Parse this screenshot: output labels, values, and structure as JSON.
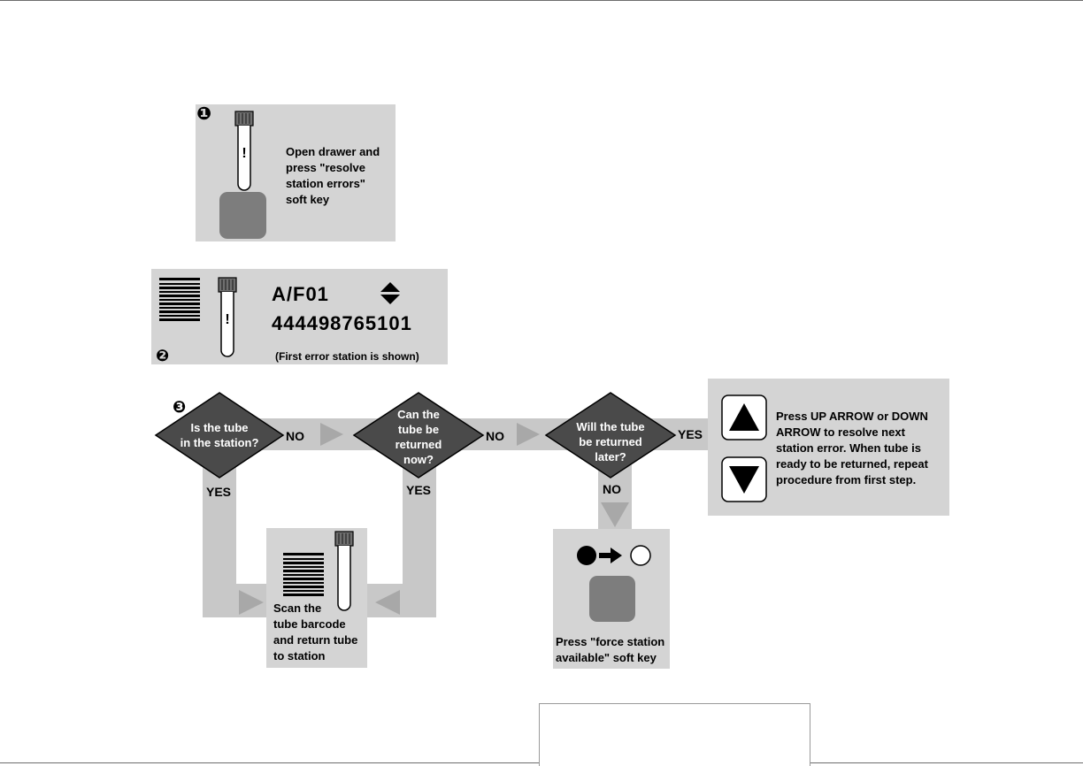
{
  "step1": {
    "number": "❶",
    "instruction": "Open drawer and\npress \"resolve\nstation errors\"\nsoft key"
  },
  "step2": {
    "number": "❷",
    "station": "A/F01",
    "barcode": "444498765101",
    "caption": "(First error station is shown)"
  },
  "step3": {
    "number": "❸",
    "decisions": {
      "in_station": "Is the tube\nin the station?",
      "returned_now": "Can the\ntube be\nreturned\nnow?",
      "returned_later": "Will the tube\nbe returned\nlater?"
    },
    "labels": {
      "no1": "NO",
      "no2": "NO",
      "no3": "NO",
      "yes1": "YES",
      "yes2": "YES",
      "yes3": "YES"
    },
    "arrow_instruction": "Press UP ARROW or DOWN\nARROW to resolve next\nstation error. When tube is\nready to be returned, repeat\nprocedure from first step.",
    "scan_instruction": "Scan the\ntube barcode\nand return tube\nto station",
    "force_instruction": "Press \"force station\navailable\" soft key"
  },
  "colors": {
    "panel": "#d4d4d4",
    "path": "#c8c8c8",
    "arrow": "#a8a8a8",
    "diamond": "#4a4a4a",
    "softkey": "#7d7d7d"
  },
  "icons": [
    "tube-icon",
    "barcode-icon",
    "soft-key-icon",
    "up-arrow-key-icon",
    "down-arrow-key-icon",
    "filled-to-empty-circle-icon",
    "up-down-arrow-icon"
  ]
}
